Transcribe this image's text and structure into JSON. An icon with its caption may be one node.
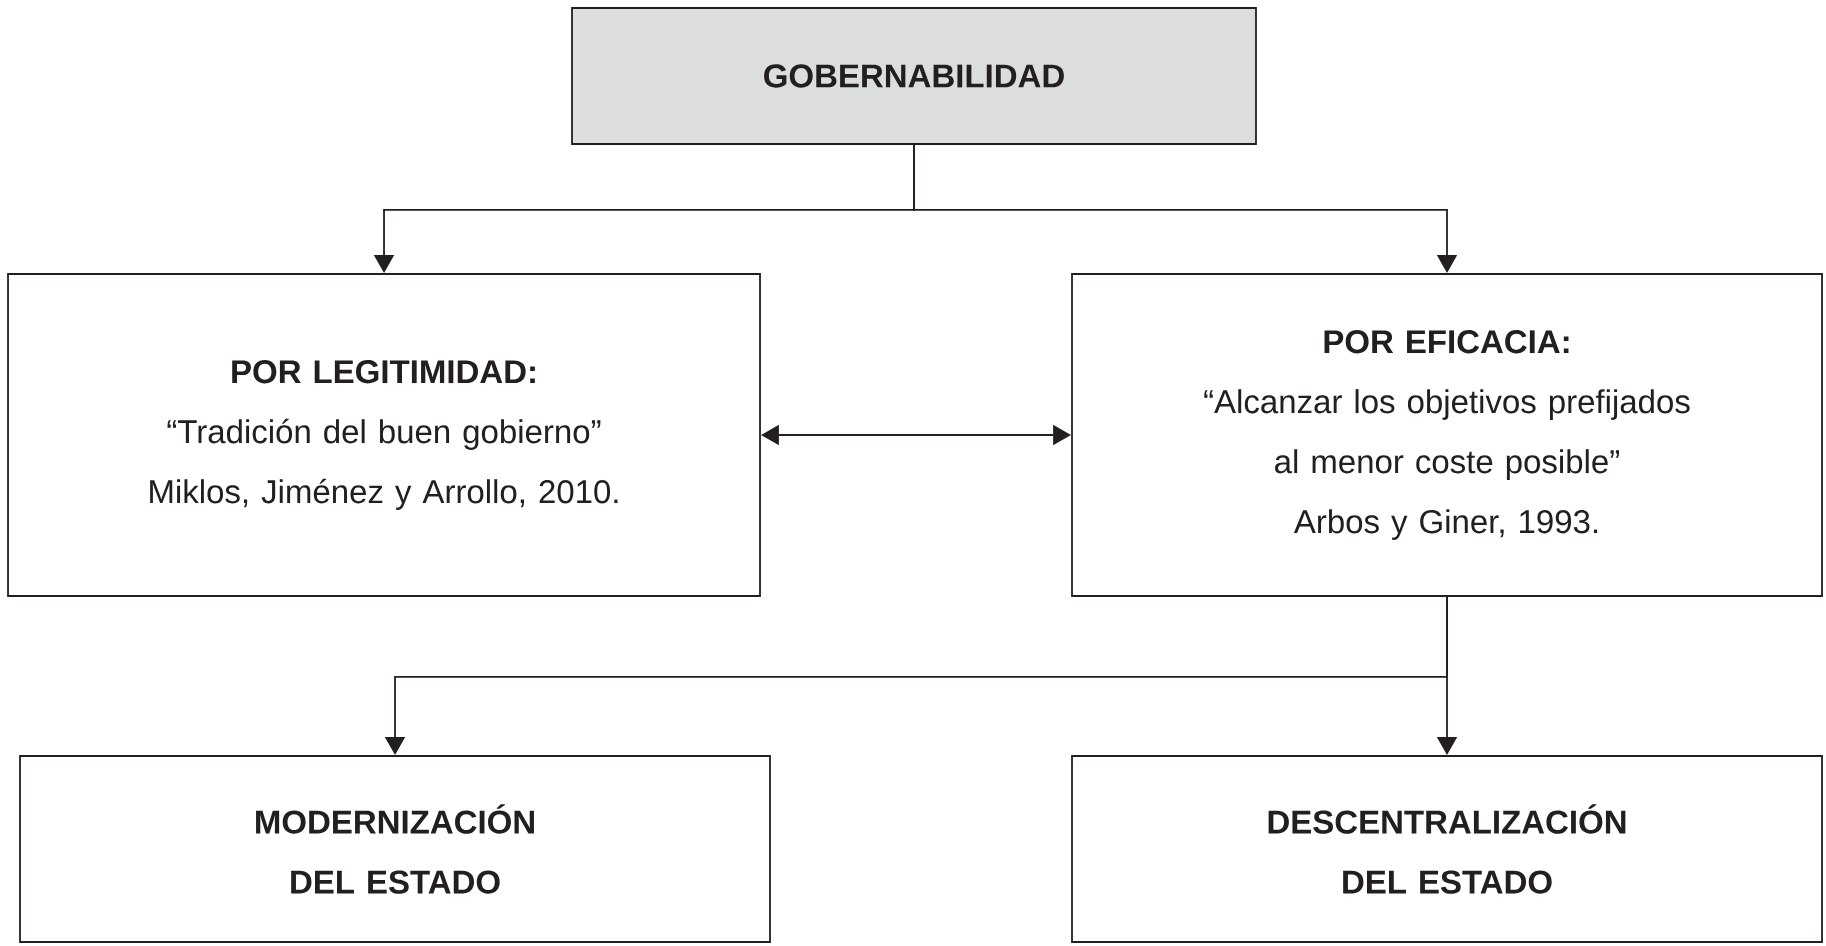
{
  "diagram": {
    "nodes": [
      {
        "text": [
          "GOBERNABILIDAD"
        ]
      },
      {
        "text": [
          "POR LEGITIMIDAD:",
          "“Tradición del buen gobierno”",
          "Miklos, Jiménez y Arrollo, 2010."
        ]
      },
      {
        "text": [
          "POR EFICACIA:",
          "“Alcanzar los objetivos prefijados al menor coste posible”",
          "Arbos y Giner, 1993."
        ]
      },
      {
        "text": [
          "MODERNIZACIÓN DEL ESTADO"
        ]
      },
      {
        "text": [
          "DESCENTRALIZACIÓN DEL ESTADO"
        ]
      }
    ],
    "edges": [
      {
        "from": 0,
        "to": 1,
        "arrow": "to"
      },
      {
        "from": 0,
        "to": 2,
        "arrow": "to"
      },
      {
        "from": 1,
        "to": 2,
        "arrow": "both"
      },
      {
        "from": 2,
        "to": 3,
        "arrow": "to"
      },
      {
        "from": 2,
        "to": 4,
        "arrow": "to"
      }
    ]
  }
}
